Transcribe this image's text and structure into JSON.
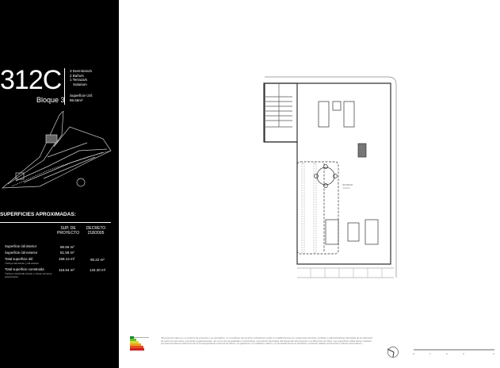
{
  "unit": {
    "code": "312C",
    "block": "Bloque 3",
    "rooms": [
      "3 Dormitorio/s",
      "2 Baño/s",
      "1 Terraza/s",
      "Solarium"
    ],
    "useful_label": "Superficie Útil:",
    "useful_value": "86.56m²"
  },
  "surfaces": {
    "title": "SUPERFICIES APROXIMADAS:",
    "col1": "SUP. DE PROYECTO",
    "col2": "DECRETO 218/2005",
    "rows": [
      {
        "label": "Superficie útil interior",
        "note": "",
        "proj": "86.56 m²",
        "dec": ""
      },
      {
        "label": "Superficie útil exterior",
        "note": "",
        "proj": "81.58 m²",
        "dec": ""
      },
      {
        "label": "Total superficie útil",
        "note": "*incluye útil interior y útil exterior",
        "proj": "168.14 m²",
        "dec": "95.22 m²"
      },
      {
        "label": "Total superficie construida",
        "note": "*incluye construido interior y zonas comunes proporcional",
        "proj": "115.64 m²",
        "dec": "134.30 m²"
      }
    ]
  },
  "plan": {
    "label_line1": "SOLARIUM",
    "label_line2": "41.3 m²"
  },
  "footnote": "*El presente plano es un avance de proyecto y es orientativo, no constituye documento contractual; sujeto a modificaciones por exigencias técnicas, jurídicas o administrativas derivadas de la obtención de todos los permisos y licencias reglamentarias, así como las necesidades constructivas o de diseño derivadas del desarrollo del proyecto y la Dirección de Obra. Las superficies útiles tienen carácter provisional hasta la obtención de la correspondiente Licencia de Obras. La jardinería, el mobiliario urbano y el amueblamiento es ilustrativo, teniendo validez únicamente a efectos decorativos.",
  "scale_ticks": [
    "0",
    "1",
    "2",
    "3",
    "4"
  ]
}
